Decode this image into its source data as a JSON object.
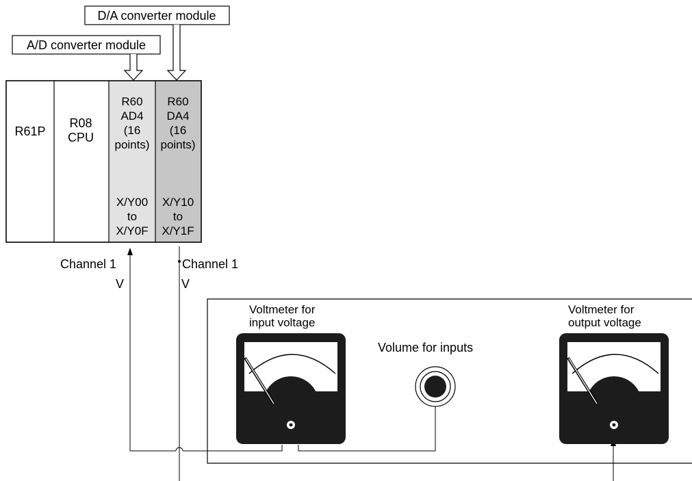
{
  "labels": {
    "da_module": "D/A converter module",
    "ad_module": "A/D converter module",
    "ad_channel": "Channel 1",
    "da_channel": "Channel 1",
    "ad_v": "V",
    "da_v": "V",
    "voltmeter_input": [
      "Voltmeter for",
      "input voltage"
    ],
    "voltmeter_output": [
      "Voltmeter for",
      "output voltage"
    ],
    "volume": "Volume for inputs"
  },
  "rack": {
    "power": "R61P",
    "cpu": [
      "R08",
      "CPU"
    ],
    "ad": {
      "name": [
        "R60",
        "AD4",
        "(16",
        "points)"
      ],
      "io": [
        "X/Y00",
        "to",
        "X/Y0F"
      ]
    },
    "da": {
      "name": [
        "R60",
        "DA4",
        "(16",
        "points)"
      ],
      "io": [
        "X/Y10",
        "to",
        "X/Y1F"
      ]
    }
  },
  "colors": {
    "ad_slot": "#e2e2e2",
    "da_slot": "#c6c6c6",
    "meter": "#1c1c1c",
    "line": "#000000"
  }
}
